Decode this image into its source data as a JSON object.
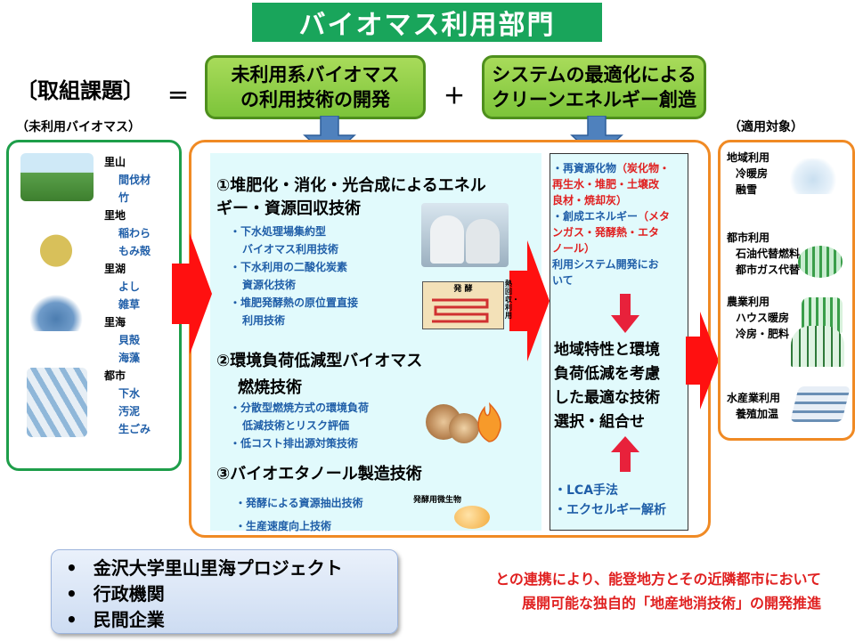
{
  "title": "バイオマス利用部門",
  "issue_label": "〔取組課題〕",
  "equals": "＝",
  "plus": "＋",
  "goal_boxes": [
    {
      "line1": "未利用系バイオマス",
      "line2": "の利用技術の開発"
    },
    {
      "line1": "システムの最適化による",
      "line2": "クリーンエネルギー創造"
    }
  ],
  "left_panel": {
    "caption": "（未利用バイオマス）",
    "groups": [
      {
        "name": "里山",
        "items": [
          "間伐材",
          "竹"
        ]
      },
      {
        "name": "里地",
        "items": [
          "稲わら",
          "もみ殻"
        ]
      },
      {
        "name": "里湖",
        "items": [
          "よし",
          "雑草"
        ]
      },
      {
        "name": "里海",
        "items": [
          "貝殻",
          "海藻"
        ]
      },
      {
        "name": "都市",
        "items": [
          "下水",
          "汚泥",
          "生ごみ"
        ]
      }
    ]
  },
  "center": {
    "tech1": {
      "heading_line1": "①堆肥化・消化・光合成によるエネル",
      "heading_line2": "ギー・資源回収技術",
      "bullets": [
        "・下水処理場集約型",
        "バイオマス利用技術",
        "・下水利用の二酸化炭素",
        "資源化技術",
        "・堆肥発酵熱の原位置直接",
        "利用技術"
      ]
    },
    "tech2": {
      "heading_line1": "②環境負荷低減型バイオマス",
      "heading_line2": "燃焼技術",
      "bullets": [
        "・分散型燃焼方式の環境負荷",
        "低減技術とリスク評価",
        "・低コスト排出源対策技術"
      ]
    },
    "tech3": {
      "heading": "③バイオエタノール製造技術",
      "bullets": [
        "・発酵による資源抽出技術",
        "・生産速度向上技術"
      ],
      "microbe_label": "発酵用微生物"
    },
    "diagram_labels": {
      "top": "発 酵",
      "side": "熱回収・利用"
    }
  },
  "right_column": {
    "lines": [
      {
        "segments": [
          {
            "t": "・再資源化物",
            "c": "blue"
          },
          {
            "t": "（炭化物・",
            "c": "red"
          }
        ]
      },
      {
        "segments": [
          {
            "t": "再生水・堆肥・土壌改",
            "c": "red"
          }
        ]
      },
      {
        "segments": [
          {
            "t": "良材・焼却灰）",
            "c": "red"
          }
        ]
      },
      {
        "segments": [
          {
            "t": "・創成エネルギー",
            "c": "blue"
          },
          {
            "t": "（メタ",
            "c": "red"
          }
        ]
      },
      {
        "segments": [
          {
            "t": "ンガス・発酵熱・エタ",
            "c": "red"
          }
        ]
      },
      {
        "segments": [
          {
            "t": "ノール）",
            "c": "red"
          }
        ]
      },
      {
        "segments": [
          {
            "t": "利用システム開発にお",
            "c": "blue"
          }
        ]
      },
      {
        "segments": [
          {
            "t": "いて",
            "c": "blue"
          }
        ]
      }
    ],
    "conclusion": [
      "地域特性と環境",
      "負荷低減を考慮",
      "した最適な技術",
      "選択・組合せ"
    ],
    "methods": [
      "・LCA手法",
      "・エクセルギー解析"
    ]
  },
  "right_panel": {
    "caption": "（適用対象）",
    "groups": [
      {
        "name": "地域利用",
        "items": [
          "冷暖房",
          "融雪"
        ]
      },
      {
        "name": "都市利用",
        "items": [
          "石油代替燃料",
          "都市ガス代替"
        ]
      },
      {
        "name": "農業利用",
        "items": [
          "ハウス暖房",
          "冷房・肥料"
        ]
      },
      {
        "name": "水産業利用",
        "items": [
          "養殖加温"
        ]
      }
    ]
  },
  "partners": [
    "金沢大学里山里海プロジェクト",
    "行政機関",
    "民間企業"
  ],
  "closing": [
    "との連携により、能登地方とその近隣都市において",
    "展開可能な独自的「地産地消技術」の開発推進"
  ],
  "colors": {
    "title_bg": "#19a55b",
    "green_box": "#8fd048",
    "orange_border": "#f08a24",
    "arrow_red": "#ff1010",
    "arrow_blue": "#4f81bd"
  }
}
